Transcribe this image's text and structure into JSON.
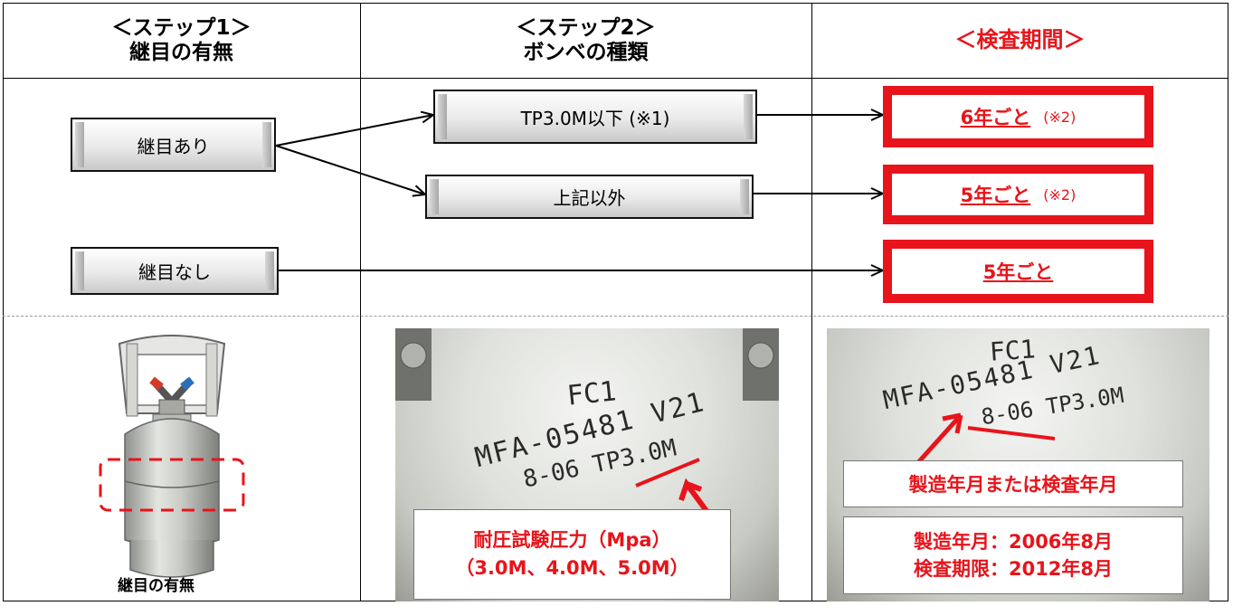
{
  "headers": {
    "step1_line1": "＜ステップ1＞",
    "step1_line2": "継目の有無",
    "step2_line1": "＜ステップ2＞",
    "step2_line2": "ボンベの種類",
    "period": "＜検査期間＞"
  },
  "step1": {
    "seam_yes": "継目あり",
    "seam_no": "継目なし"
  },
  "step2": {
    "tp_low": "TP3.0M以下 (※1)",
    "other": "上記以外"
  },
  "periods": [
    {
      "main": "6年ごと",
      "note": "(※2)"
    },
    {
      "main": "5年ごと",
      "note": "(※2)"
    },
    {
      "main": "5年ごと",
      "note": ""
    }
  ],
  "cylinder_caption": "継目の有無",
  "photo1": {
    "stamp_line1": "FC1",
    "stamp_line2": "MFA-05481 V21",
    "stamp_line3": "8-06 TP3.0M",
    "label_line1": "耐圧試験圧力（Mpa）",
    "label_line2": "（3.0M、4.0M、5.0M）"
  },
  "photo2": {
    "stamp_line1": "FC1",
    "stamp_line2": "MFA-05481 V21",
    "stamp_line3": "8-06 TP3.0M",
    "label": "製造年月または検査年月",
    "info_line1": "製造年月：2006年8月",
    "info_line2": "検査期限：2012年8月"
  },
  "colors": {
    "accent_red": "#e8141b",
    "cylinder_gray": "#c8cac5"
  }
}
